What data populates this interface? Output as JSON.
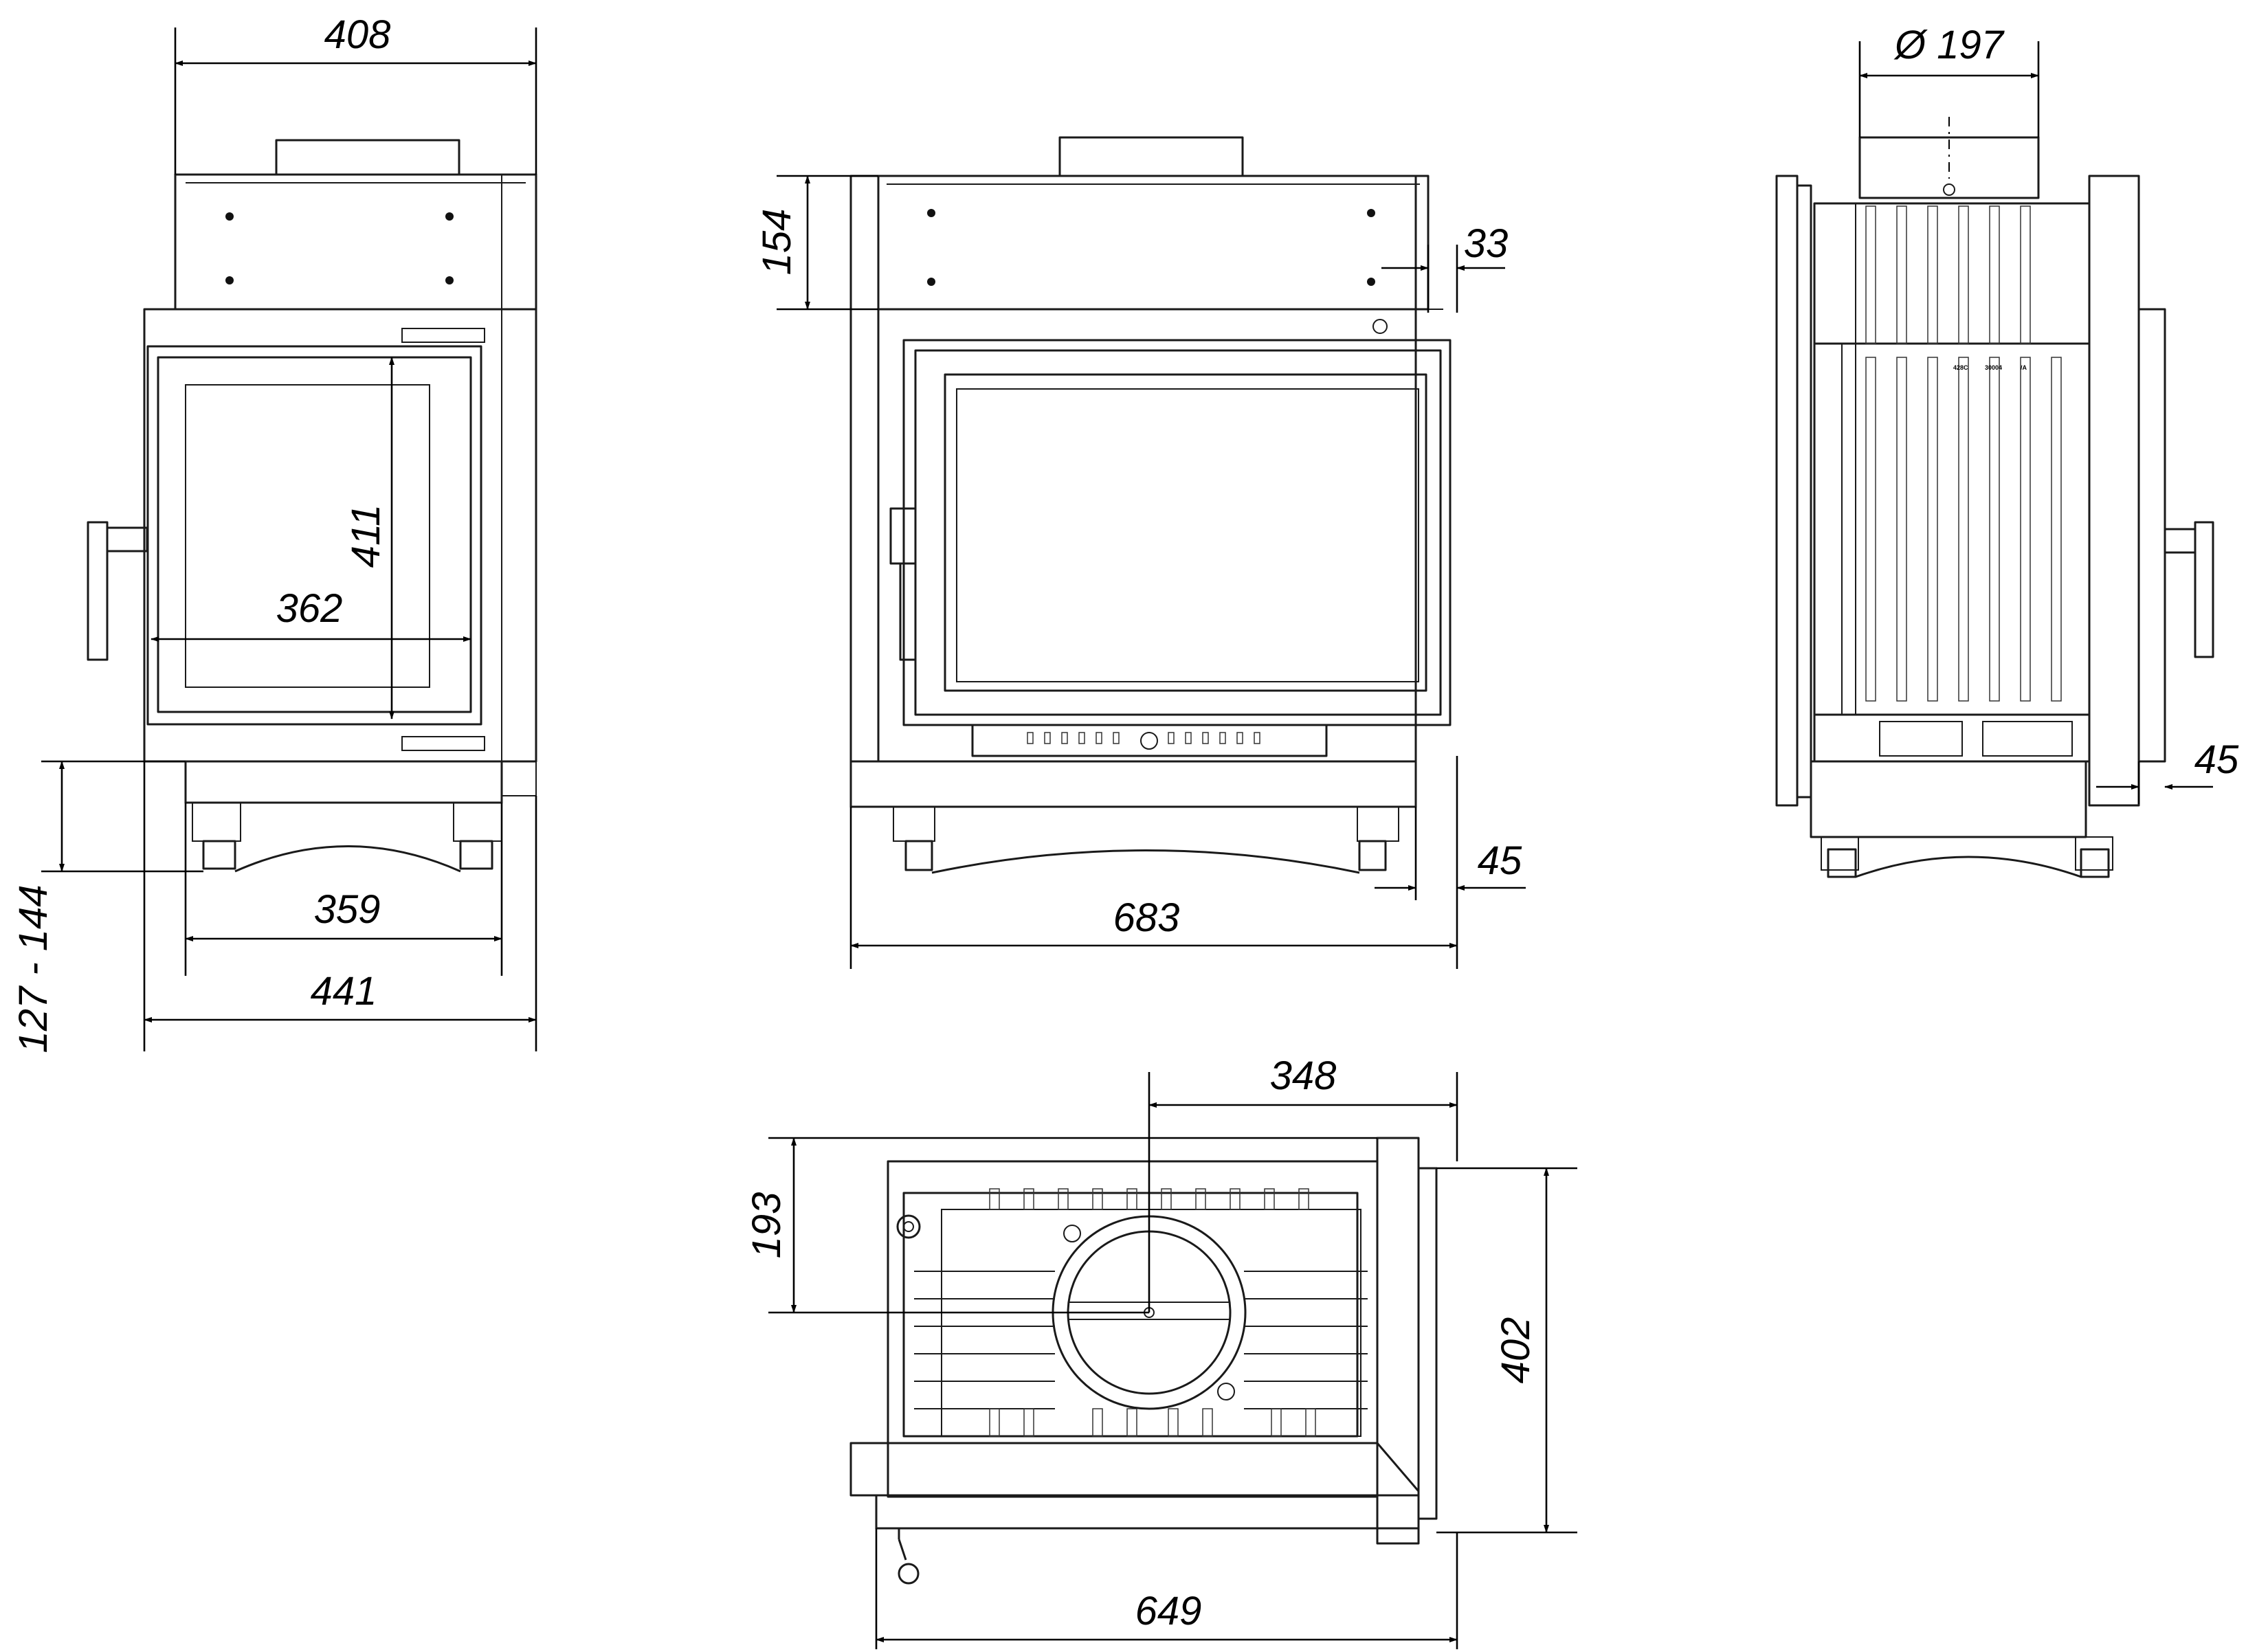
{
  "dimensions": {
    "front_top_width": "408",
    "door_height": "411",
    "door_width": "362",
    "front_base_width": "359",
    "front_total_width": "441",
    "leg_height_range": "127 - 144",
    "side_top_height": "154",
    "side_offset_top": "33",
    "side_total_width": "683",
    "side_leg_offset": "45",
    "flue_diameter": "Ø 197",
    "rear_offset": "45",
    "plan_flue_x": "348",
    "plan_flue_y": "193",
    "plan_depth": "402",
    "plan_width": "649"
  },
  "plate_markings": {
    "mark_1": "428C",
    "mark_2": "30004",
    "mark_3": "/A"
  },
  "colors": {
    "line": "#1a1a1a",
    "background": "#ffffff"
  }
}
